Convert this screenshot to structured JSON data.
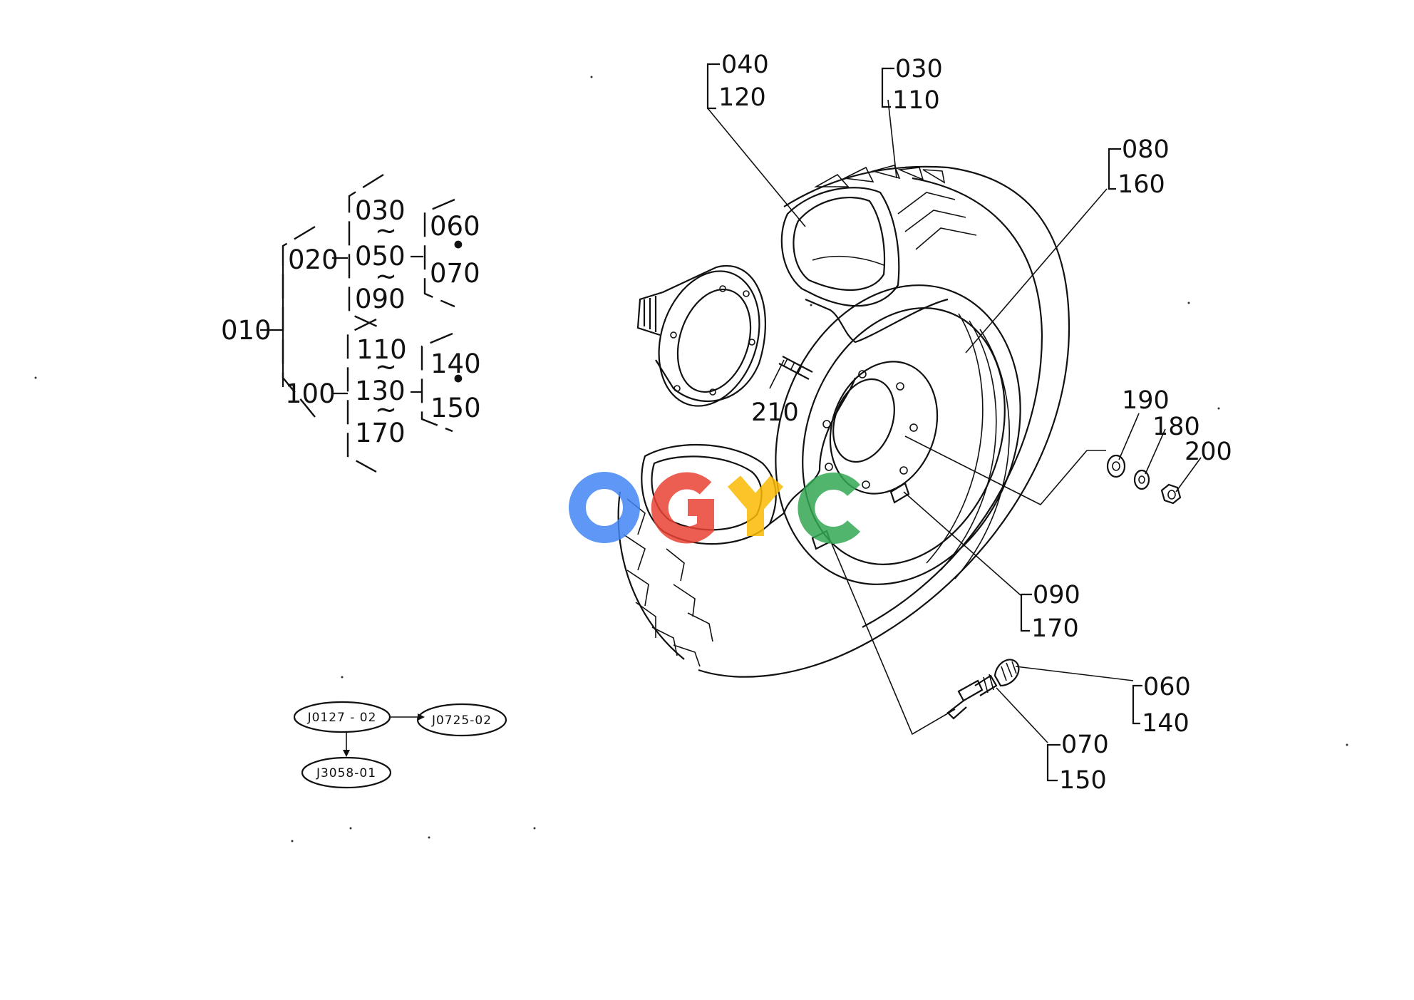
{
  "tree": {
    "root": "010",
    "groups": [
      {
        "code": "020",
        "range": [
          "030",
          "050",
          "090"
        ],
        "sub": [
          "060",
          "070"
        ]
      },
      {
        "code": "100",
        "range": [
          "110",
          "130",
          "170"
        ],
        "sub": [
          "140",
          "150"
        ]
      }
    ],
    "range_symbol": "~",
    "sub_symbol": "•"
  },
  "reference_nodes": [
    "J0127 - 02",
    "J0725-02",
    "J3058-01"
  ],
  "callouts": {
    "c040": "040",
    "c120": "120",
    "c030": "030",
    "c110": "110",
    "c080": "080",
    "c160": "160",
    "c210": "210",
    "c190": "190",
    "c180": "180",
    "c200": "200",
    "c090": "090",
    "c170": "170",
    "c060": "060",
    "c140": "140",
    "c070": "070",
    "c150": "150"
  },
  "watermark": {
    "text": "OGYC",
    "colors": [
      "#4285F4",
      "#EA4335",
      "#FBBC05",
      "#34A853"
    ]
  }
}
